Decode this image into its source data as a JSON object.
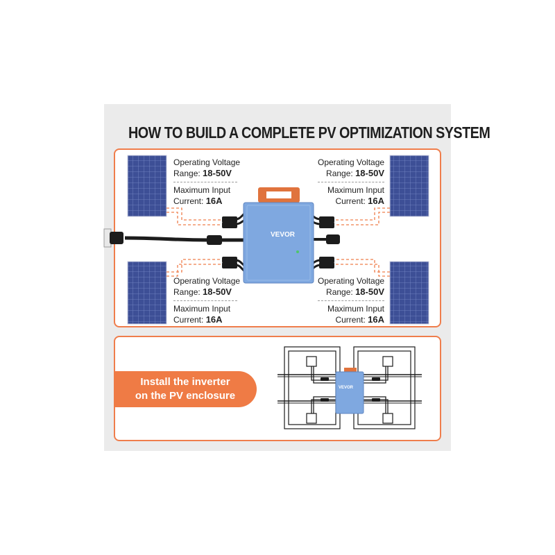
{
  "title": "HOW TO BUILD A COMPLETE PV OPTIMIZATION SYSTEM",
  "brand": "VEVOR",
  "accent_color": "#ef7b45",
  "device_color": "#7fa8e0",
  "specs": [
    {
      "voltage_label": "Operating Voltage",
      "range_label": "Range:",
      "range_value": "18-50V",
      "input_label": "Maximum Input",
      "current_label": "Current:",
      "current_value": "16A"
    },
    {
      "voltage_label": "Operating Voltage",
      "range_label": "Range:",
      "range_value": "18-50V",
      "input_label": "Maximum Input",
      "current_label": "Current:",
      "current_value": "16A"
    },
    {
      "voltage_label": "Operating Voltage",
      "range_label": "Range:",
      "range_value": "18-50V",
      "input_label": "Maximum Input",
      "current_label": "Current:",
      "current_value": "16A"
    },
    {
      "voltage_label": "Operating Voltage",
      "range_label": "Range:",
      "range_value": "18-50V",
      "input_label": "Maximum Input",
      "current_label": "Current:",
      "current_value": "16A"
    }
  ],
  "install": {
    "line1": "Install the inverter",
    "line2": "on the PV enclosure"
  },
  "icons": [
    "solar-panel-icon",
    "inverter-icon",
    "mc4-connector-icon",
    "junction-box-icon"
  ]
}
